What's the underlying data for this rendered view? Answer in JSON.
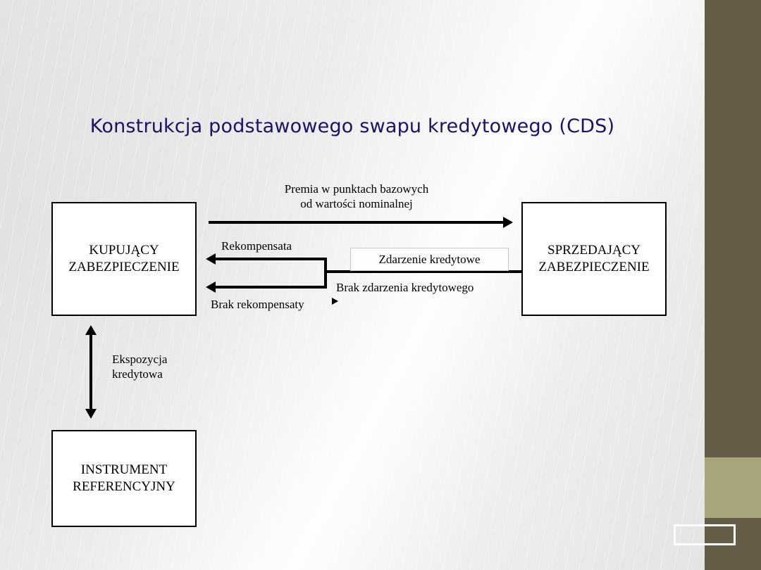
{
  "slide": {
    "title": "Konstrukcja podstawowego swapu kredytowego (CDS)",
    "title_color": "#1b1464",
    "background_color": "#e0e0e0"
  },
  "diagram": {
    "boxes": [
      {
        "id": "buyer",
        "label": "KUPUJĄCY\nZABEZPIECZENIE"
      },
      {
        "id": "seller",
        "label": "SPRZEDAJĄCY\nZABEZPIECZENIE"
      },
      {
        "id": "reference",
        "label": "INSTRUMENT\nREFERENCYJNY"
      }
    ],
    "buyer_label_line1": "KUPUJĄCY",
    "buyer_label_line2": "ZABEZPIECZENIE",
    "seller_label_line1": "SPRZEDAJĄCY",
    "seller_label_line2": "ZABEZPIECZENIE",
    "reference_label_line1": "INSTRUMENT",
    "reference_label_line2": "REFERENCYJNY",
    "flows": {
      "premium_line1": "Premia w punktach bazowych",
      "premium_line2": "od wartości nominalnej",
      "compensation": "Rekompensata",
      "no_compensation": "Brak rekompensaty",
      "credit_event": "Zdarzenie kredytowe",
      "no_credit_event": "Brak zdarzenia kredytowego",
      "exposure_line1": "Ekspozycja",
      "exposure_line2": "kredytowa"
    }
  },
  "decoration": {
    "bar_color": "#655D48",
    "accent_color": "#A8A47C",
    "frame_color": "#ffffff"
  }
}
